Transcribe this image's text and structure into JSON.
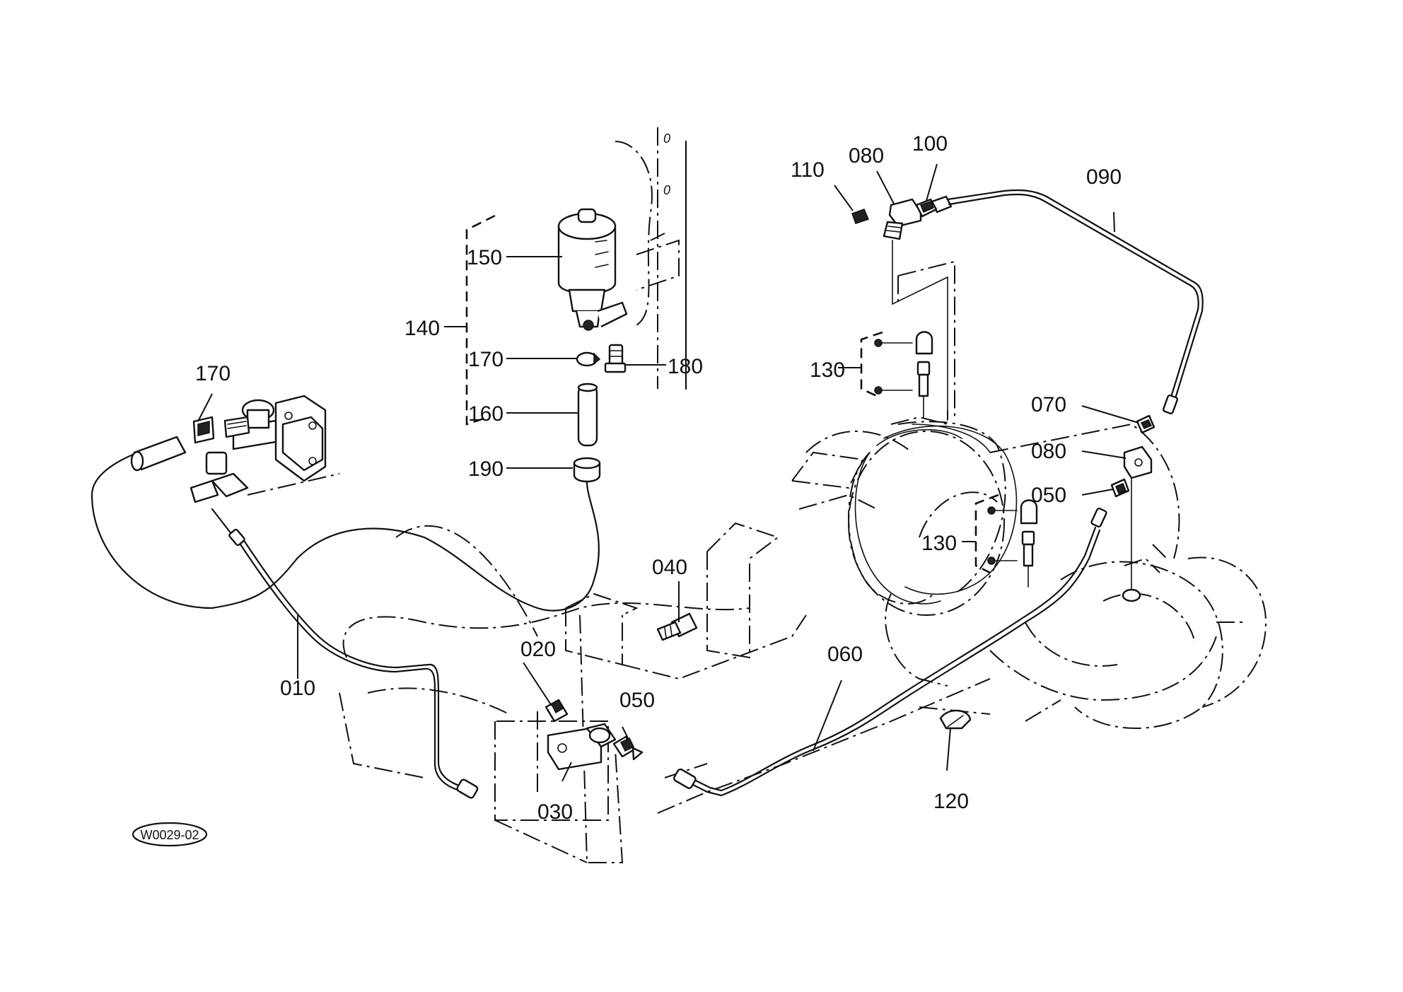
{
  "diagram": {
    "code": "W0029-02",
    "labels": {
      "l010": "010",
      "l020": "020",
      "l030": "030",
      "l040": "040",
      "l050a": "050",
      "l050b": "050",
      "l060": "060",
      "l070": "070",
      "l080a": "080",
      "l080b": "080",
      "l090": "090",
      "l100": "100",
      "l110": "110",
      "l120": "120",
      "l130a": "130",
      "l130b": "130",
      "l140": "140",
      "l150": "150",
      "l160": "160",
      "l170a": "170",
      "l170b": "170",
      "l180": "180",
      "l190": "190"
    }
  }
}
